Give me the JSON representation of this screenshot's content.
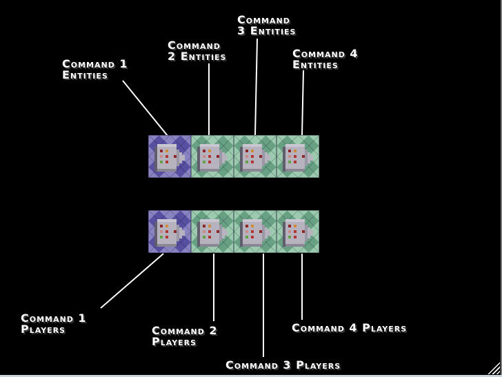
{
  "window": {
    "description": "Game map screenshot with annotated team spawn tiles",
    "resize_grip": "diagonal-stripes"
  },
  "colors": {
    "background": "#000000",
    "label_text": "#ffffff",
    "label_shadow": "#3a3a3a",
    "leader_line": "#ffffff",
    "border_right": "#7a7a7a",
    "border_bottom": "#c9d3da"
  },
  "tile_palette": {
    "purple": {
      "base": "#574fa0",
      "light": "#8a83c2"
    },
    "green": {
      "base": "#68a084",
      "light": "#9ccaae"
    }
  },
  "sprite": {
    "name": "building-icon",
    "body_color": "#b6b3bf",
    "shadow_color": "#605d6c",
    "dot_colors": [
      "#8e2727",
      "#cf8c36",
      "#c98c8c",
      "#b23535",
      "#62a146"
    ]
  },
  "strips": [
    {
      "id": "entities-row",
      "tiles": [
        {
          "name": "tile-command-1-entities",
          "variant": "purple"
        },
        {
          "name": "tile-command-2-entities",
          "variant": "green"
        },
        {
          "name": "tile-command-3-entities",
          "variant": "green"
        },
        {
          "name": "tile-command-4-entities",
          "variant": "green"
        }
      ]
    },
    {
      "id": "players-row",
      "tiles": [
        {
          "name": "tile-command-1-players",
          "variant": "purple"
        },
        {
          "name": "tile-command-2-players",
          "variant": "green"
        },
        {
          "name": "tile-command-3-players",
          "variant": "green"
        },
        {
          "name": "tile-command-4-players",
          "variant": "green"
        }
      ]
    }
  ],
  "labels": {
    "entities_1": {
      "line1": "Command 1",
      "line2": "Entities"
    },
    "entities_2": {
      "line1": "Command",
      "line2": "2 Entities"
    },
    "entities_3": {
      "line1": "Command",
      "line2": "3 Entities"
    },
    "entities_4": {
      "line1": "Command 4",
      "line2": "Entities"
    },
    "players_1": {
      "line1": "Command 1",
      "line2": "Players"
    },
    "players_2": {
      "line1": "Command 2",
      "line2": "Players"
    },
    "players_3": {
      "line1": "Command 3 Players"
    },
    "players_4": {
      "line1": "Command 4 Players"
    }
  }
}
